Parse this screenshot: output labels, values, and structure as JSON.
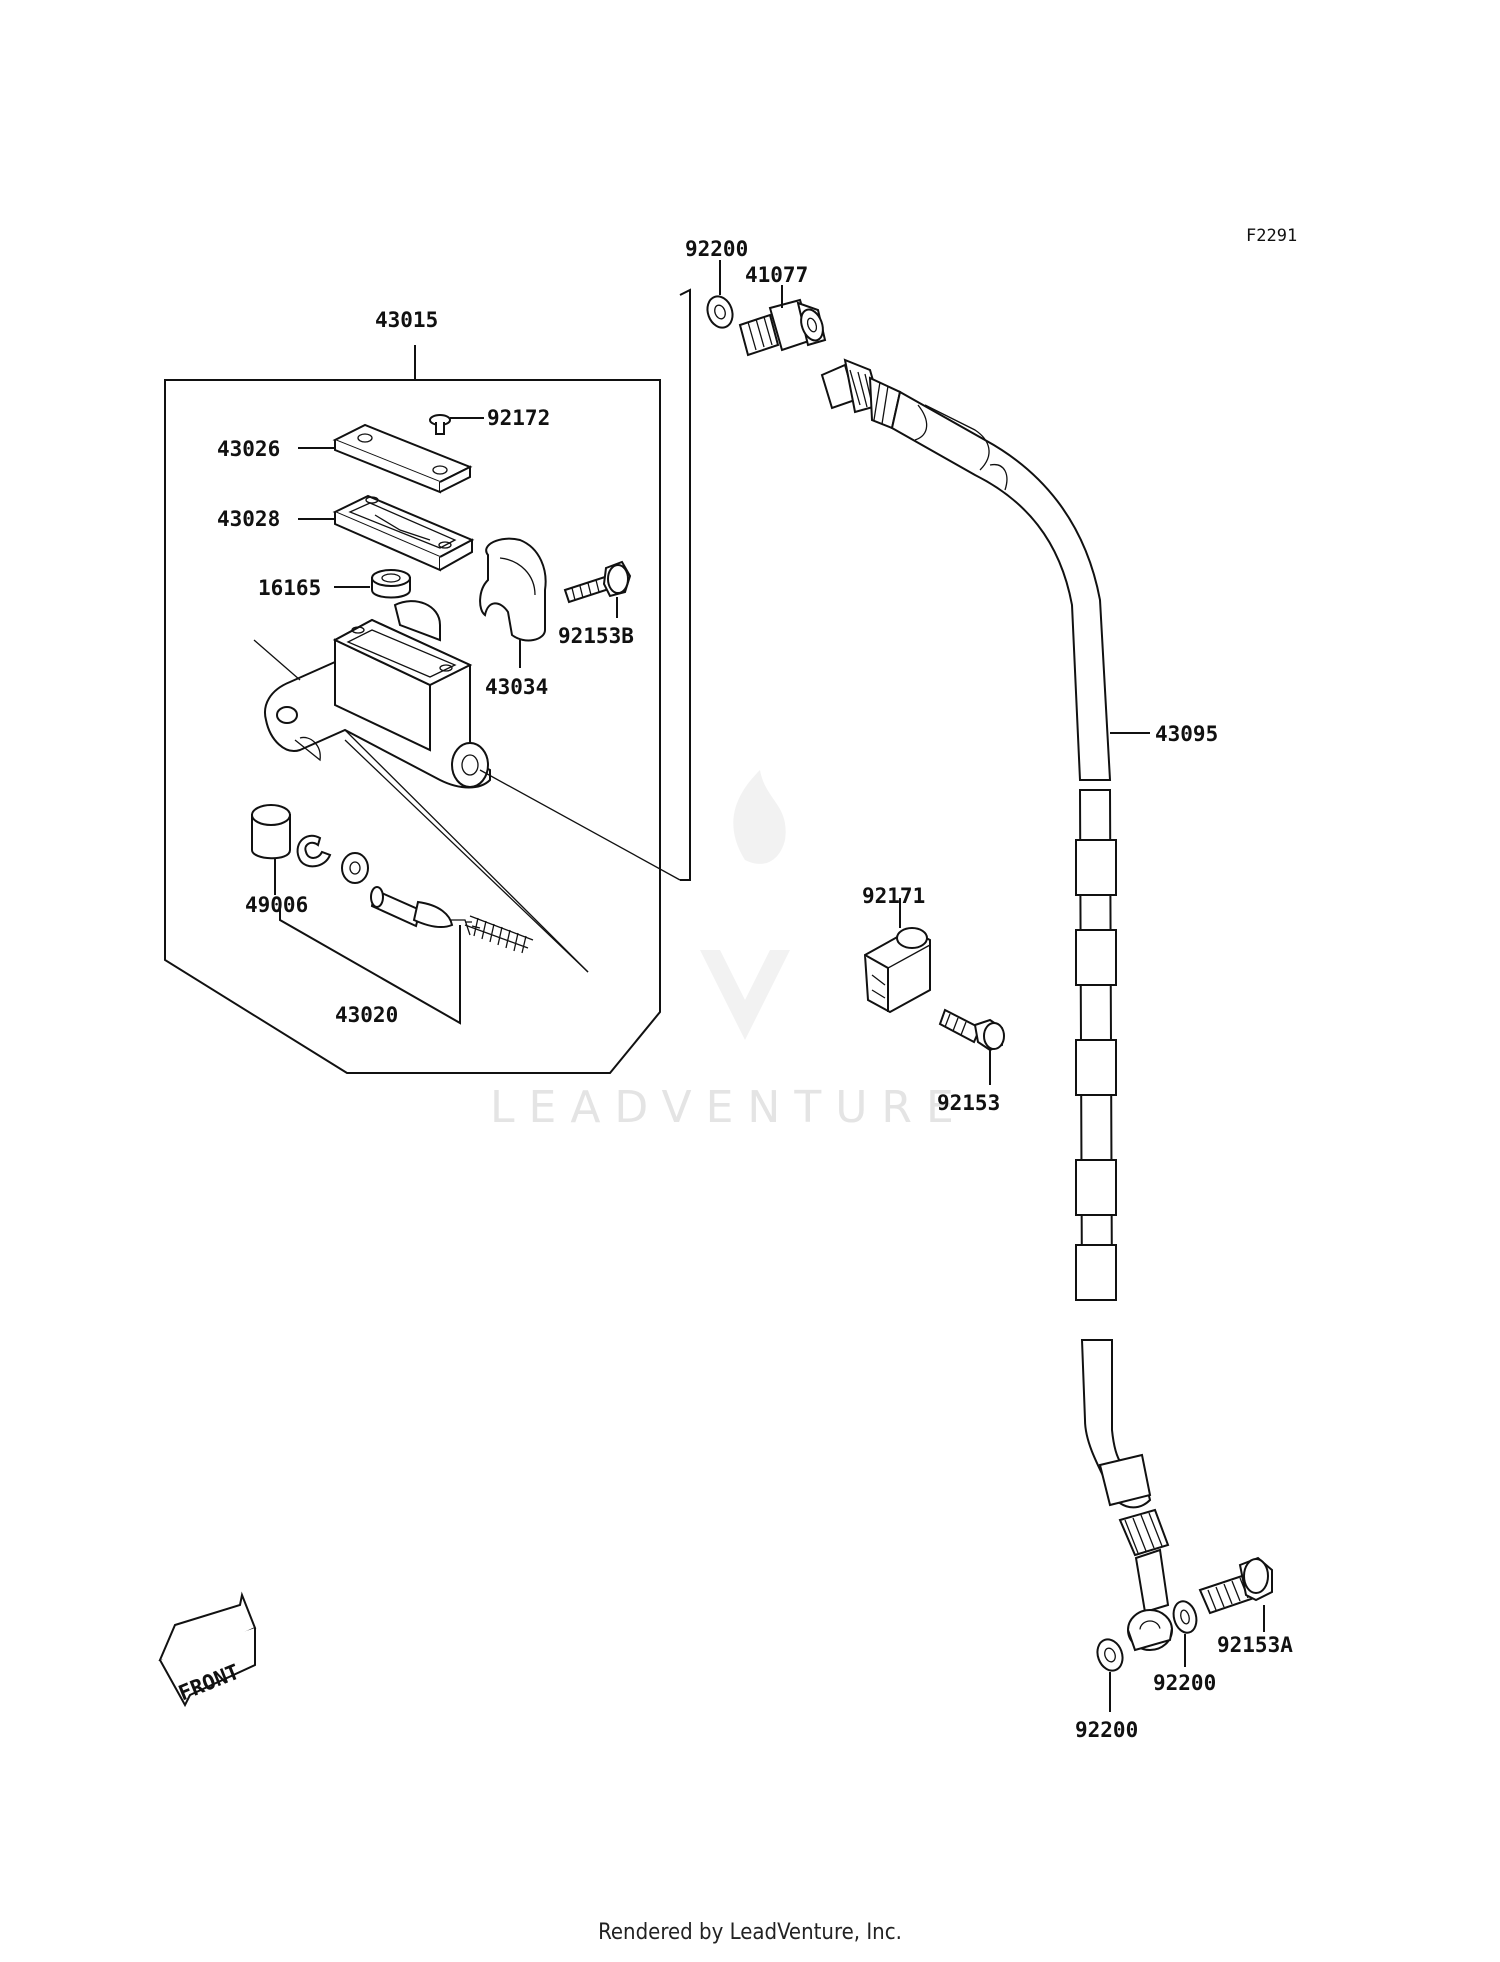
{
  "diagram_code": "F2291",
  "callouts": {
    "assembly_master_cylinder": "43015",
    "cap": "43026",
    "screw_cap": "92172",
    "diaphragm": "43028",
    "boot": "16165",
    "clamp_holder": "43034",
    "bolt_b": "92153B",
    "cup": "49006",
    "piston_set": "43020",
    "washer_top": "92200",
    "bolt_fitting": "41077",
    "hose": "43095",
    "clamp": "92171",
    "bolt_clamp": "92153",
    "bolt_a": "92153A",
    "washer_mid": "92200",
    "washer_bottom": "92200"
  },
  "front_label": "FRONT",
  "watermark": "LEADVENTURE",
  "footer": "Rendered by LeadVenture, Inc."
}
